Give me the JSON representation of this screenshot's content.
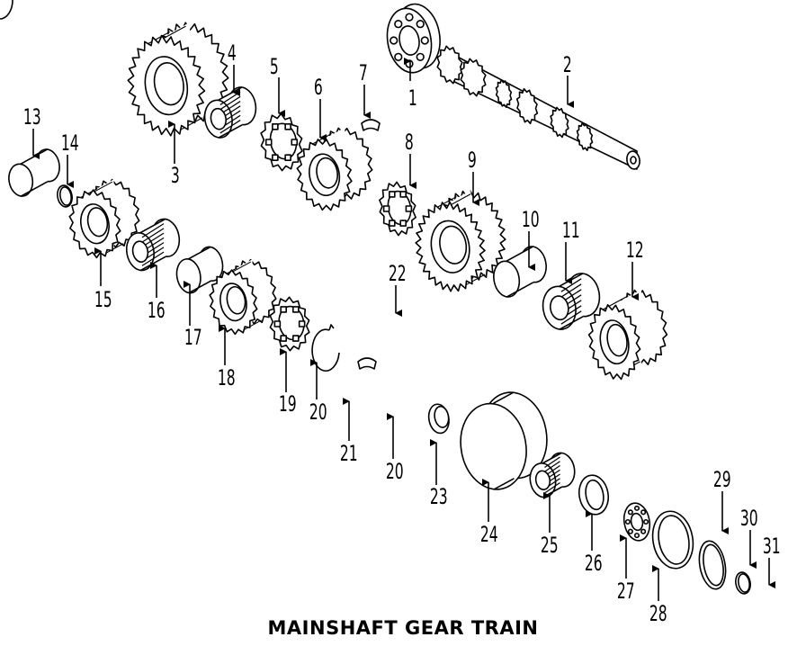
{
  "caption": "MAINSHAFT GEAR TRAIN",
  "callouts": [
    "1",
    "2",
    "3",
    "4",
    "5",
    "6",
    "7",
    "8",
    "9",
    "10",
    "11",
    "12",
    "13",
    "14",
    "15",
    "16",
    "17",
    "18",
    "19",
    "20",
    "20",
    "21",
    "22",
    "23",
    "24",
    "25",
    "26",
    "27",
    "28",
    "29",
    "30",
    "31"
  ],
  "parts": [
    {
      "ref": "1",
      "shape": "bearing"
    },
    {
      "ref": "2",
      "shape": "shaft"
    },
    {
      "ref": "3",
      "shape": "gear"
    },
    {
      "ref": "4",
      "shape": "needle-bearing"
    },
    {
      "ref": "5",
      "shape": "synchro-ring"
    },
    {
      "ref": "6",
      "shape": "gear"
    },
    {
      "ref": "7",
      "shape": "key"
    },
    {
      "ref": "8",
      "shape": "synchro-ring"
    },
    {
      "ref": "9",
      "shape": "gear"
    },
    {
      "ref": "10",
      "shape": "sleeve"
    },
    {
      "ref": "11",
      "shape": "needle-bearing"
    },
    {
      "ref": "12",
      "shape": "gear"
    },
    {
      "ref": "13",
      "shape": "sleeve"
    },
    {
      "ref": "14",
      "shape": "ring"
    },
    {
      "ref": "15",
      "shape": "gear"
    },
    {
      "ref": "16",
      "shape": "needle-bearing"
    },
    {
      "ref": "17",
      "shape": "sleeve"
    },
    {
      "ref": "18",
      "shape": "gear"
    },
    {
      "ref": "19",
      "shape": "synchro-ring"
    },
    {
      "ref": "20",
      "shape": "snap-ring"
    },
    {
      "ref": "21",
      "shape": "gear"
    },
    {
      "ref": "22",
      "shape": "key"
    },
    {
      "ref": "23",
      "shape": "synchro-ring"
    },
    {
      "ref": "24",
      "shape": "gear"
    },
    {
      "ref": "25",
      "shape": "sleeve"
    },
    {
      "ref": "26",
      "shape": "needle-bearing"
    },
    {
      "ref": "27",
      "shape": "washer"
    },
    {
      "ref": "28",
      "shape": "bearing"
    },
    {
      "ref": "29",
      "shape": "ring"
    },
    {
      "ref": "30",
      "shape": "ring"
    },
    {
      "ref": "31",
      "shape": "ring"
    }
  ]
}
